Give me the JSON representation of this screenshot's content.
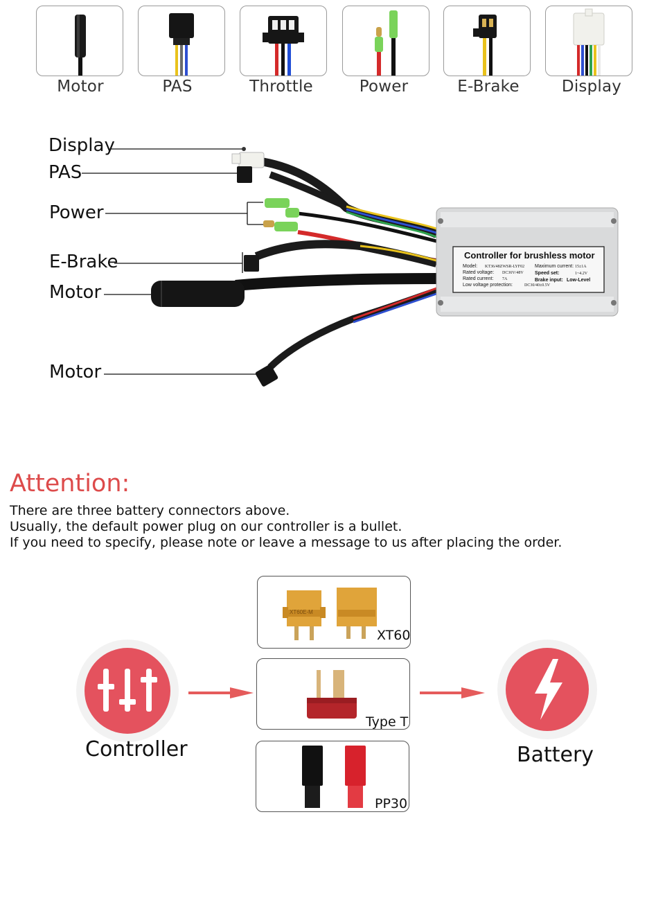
{
  "connectors": [
    {
      "id": "motor",
      "label": "Motor"
    },
    {
      "id": "pas",
      "label": "PAS"
    },
    {
      "id": "throttle",
      "label": "Throttle"
    },
    {
      "id": "power",
      "label": "Power"
    },
    {
      "id": "ebrake",
      "label": "E-Brake"
    },
    {
      "id": "display",
      "label": "Display"
    }
  ],
  "wiring": {
    "labels": {
      "display": "Display",
      "pas": "PAS",
      "power": "Power",
      "ebrake": "E-Brake",
      "motor_main": "Motor",
      "motor_hall": "Motor"
    },
    "controller_label": {
      "title": "Controller for brushless motor",
      "model_label": "Model:",
      "model_value": "KT36/48ZWSR-LYF02",
      "voltage_label": "Rated voltage:",
      "voltage_value": "DC36V/48V",
      "current_label": "Rated current:",
      "current_value": "7A",
      "lvp_label": "Low voltage protection:",
      "lvp_value": "DC30/40±0.5V",
      "max_current_label": "Maximum current:",
      "max_current_value": "15±1A",
      "speed_label": "Speed set:",
      "speed_value": "1~4.2V",
      "brake_label": "Brake input:",
      "brake_value": "Low-Level"
    }
  },
  "attention": {
    "title": "Attention:",
    "lines": [
      "There are three battery connectors above.",
      "Usually, the default power plug on our controller is a bullet.",
      "If you need to specify, please note or leave a message to us after placing the order."
    ]
  },
  "battery_connectors": [
    {
      "id": "xt60",
      "label": "XT60",
      "marking": "XT60E-M"
    },
    {
      "id": "type_t",
      "label": "Type T"
    },
    {
      "id": "pp30",
      "label": "PP30"
    }
  ],
  "flow": {
    "controller_label": "Controller",
    "battery_label": "Battery"
  },
  "colors": {
    "accent_red": "#dd4b4b",
    "icon_red": "#e4525e",
    "arrow_red": "#e55b5b",
    "connector_orange": "#e0a43a"
  }
}
